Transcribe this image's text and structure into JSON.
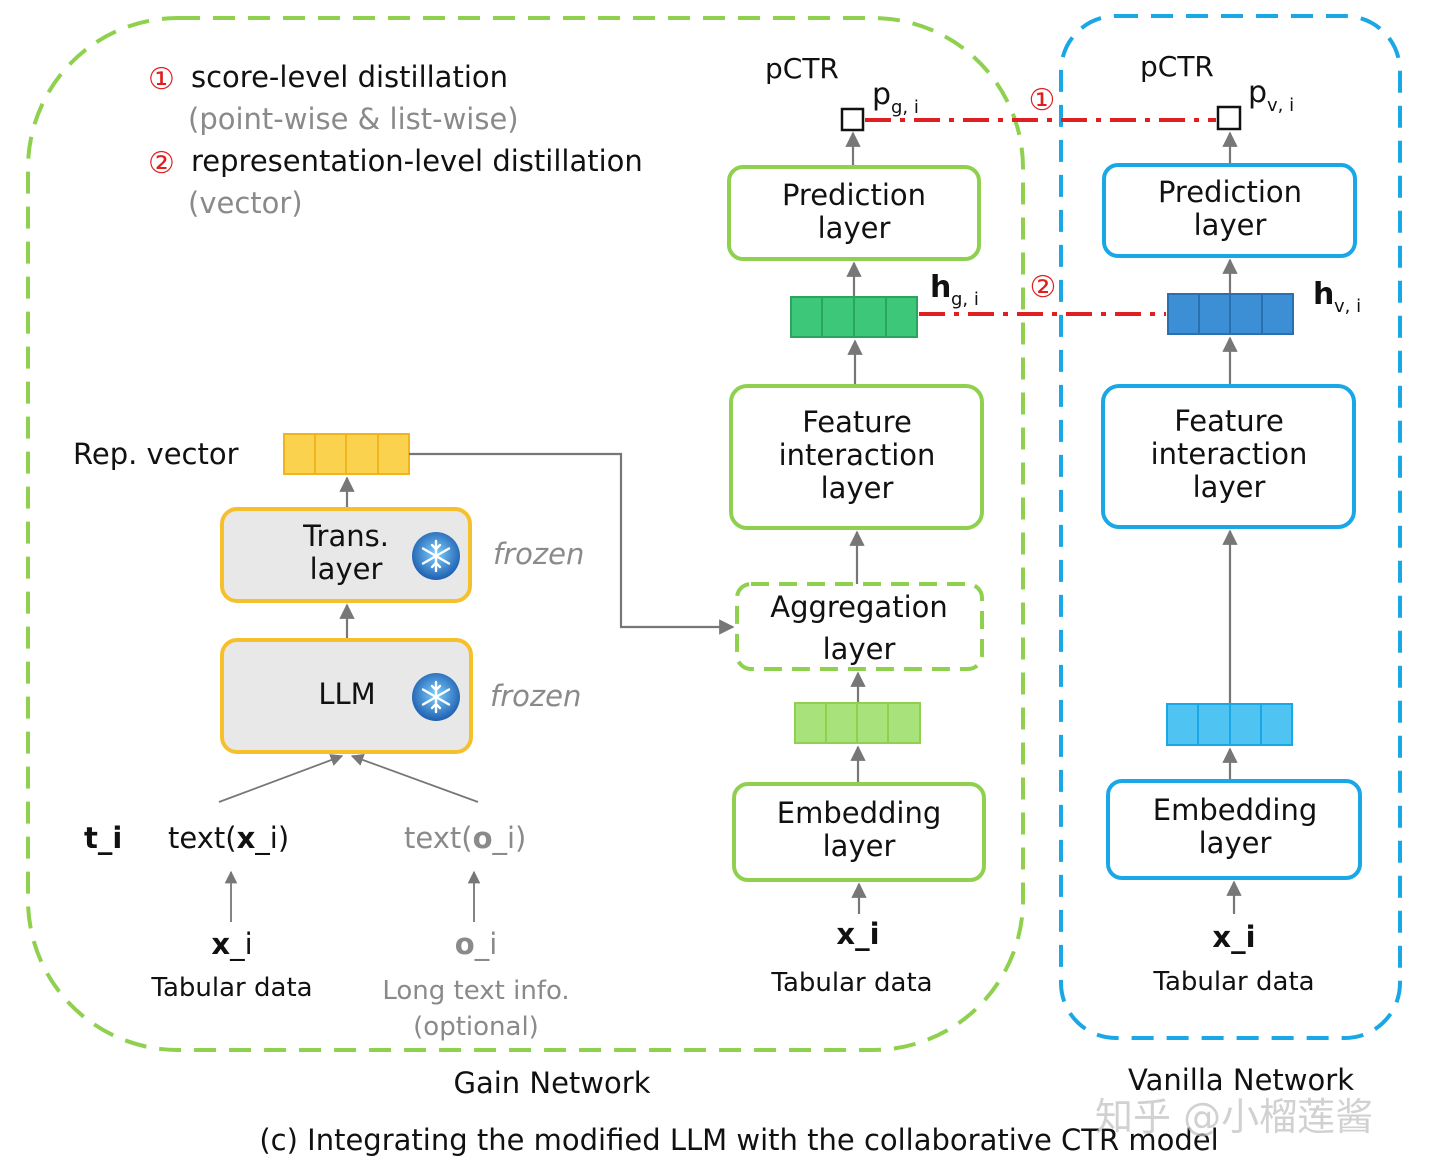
{
  "legend": {
    "item1_marker": "①",
    "item1_title": "score-level distillation",
    "item1_sub": "(point-wise & list-wise)",
    "item2_marker": "②",
    "item2_title": "representation-level distillation",
    "item2_sub": "(vector)"
  },
  "gain": {
    "pctr": "pCTR",
    "p_main": "p",
    "p_sub": "g, i",
    "prediction_line1": "Prediction",
    "prediction_line2": "layer",
    "h_main": "h",
    "h_sub": "g, i",
    "feature_line1": "Feature",
    "feature_line2": "interaction",
    "feature_line3": "layer",
    "aggregation_line1": "Aggregation",
    "aggregation_line2": "layer",
    "embedding_line1": "Embedding",
    "embedding_line2": "layer",
    "input": "x_i",
    "input_caption": "Tabular data",
    "network_label": "Gain Network"
  },
  "llm": {
    "rep_vector": "Rep. vector",
    "trans_line1": "Trans.",
    "trans_line2": "layer",
    "llm_label": "LLM",
    "frozen_1": "frozen",
    "frozen_2": "frozen",
    "t_i": "t_i",
    "text_x_pre": "text(",
    "text_x_bold": "x",
    "text_x_post": "_i)",
    "text_o_pre": "text(",
    "text_o_bold": "o",
    "text_o_post": "_i)",
    "x_bold": "x",
    "x_rest": "_i",
    "x_caption": "Tabular data",
    "o_bold": "o",
    "o_rest": "_i",
    "o_caption_line1": "Long text info.",
    "o_caption_line2": "(optional)"
  },
  "vanilla": {
    "pctr": "pCTR",
    "p_main": "p",
    "p_sub": "v, i",
    "prediction_line1": "Prediction",
    "prediction_line2": "layer",
    "h_main": "h",
    "h_sub": "v, i",
    "feature_line1": "Feature",
    "feature_line2": "interaction",
    "feature_line3": "layer",
    "embedding_line1": "Embedding",
    "embedding_line2": "layer",
    "input": "x_i",
    "input_caption": "Tabular data",
    "network_label": "Vanilla Network"
  },
  "links": {
    "score_marker": "①",
    "rep_marker": "②"
  },
  "caption": "(c) Integrating the modified LLM with the collaborative CTR model",
  "watermark": "知乎 @小榴莲酱",
  "colors": {
    "gain_green": "#8fd14f",
    "vanilla_blue": "#1aa7e6",
    "llm_yellow": "#f6c02c",
    "llm_fill": "#e8e8e8",
    "rep_vector": "#fbd24e",
    "h_green": "#3cc878",
    "emb_green": "#a7e27a",
    "h_blue": "#3c8fd5",
    "emb_blue": "#4fc4f2",
    "distill_red": "#e02020",
    "snowflake": "#1e73be"
  }
}
